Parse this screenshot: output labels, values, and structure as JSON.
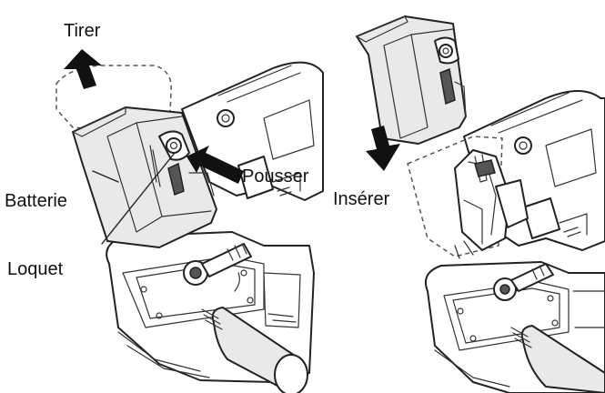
{
  "labels": {
    "pull": "Tirer",
    "push": "Pousser",
    "battery": "Batterie",
    "latch": "Loquet",
    "insert": "Insérer"
  }
}
